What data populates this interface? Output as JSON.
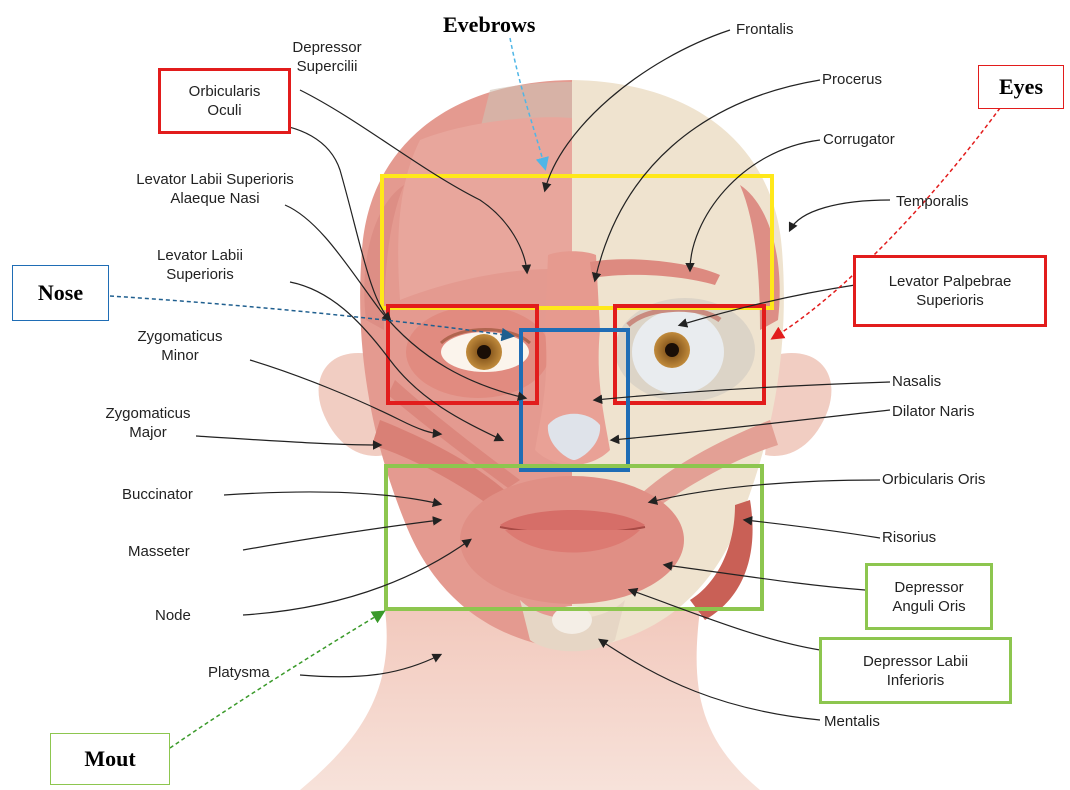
{
  "regions": {
    "eyebrows": "Evebrows",
    "eyes": "Eyes",
    "nose": "Nose",
    "mouth": "Mout"
  },
  "labels": {
    "frontalis": "Frontalis",
    "procerus": "Procerus",
    "corrugator": "Corrugator",
    "temporalis": "Temporalis",
    "levator_palpebrae_1": "Levator Palpebrae",
    "levator_palpebrae_2": "Superioris",
    "nasalis": "Nasalis",
    "dilator_naris": "Dilator Naris",
    "orbicularis_oris": "Orbicularis Oris",
    "risorius": "Risorius",
    "depressor_anguli_1": "Depressor",
    "depressor_anguli_2": "Anguli Oris",
    "depressor_labii_1": "Depressor Labii",
    "depressor_labii_2": "Inferioris",
    "mentalis": "Mentalis",
    "depressor_supercilii_1": "Depressor",
    "depressor_supercilii_2": "Supercilii",
    "orbicularis_oculi_1": "Orbicularis",
    "orbicularis_oculi_2": "Oculi",
    "lev_labii_sup_alaeque_1": "Levator Labii Superioris",
    "lev_labii_sup_alaeque_2": "Alaeque Nasi",
    "lev_labii_sup_1": "Levator Labii",
    "lev_labii_sup_2": "Superioris",
    "zyg_minor_1": "Zygomaticus",
    "zyg_minor_2": "Minor",
    "zyg_major_1": "Zygomaticus",
    "zyg_major_2": "Major",
    "buccinator": "Buccinator",
    "masseter": "Masseter",
    "node": "Node",
    "platysma": "Platysma"
  },
  "colors": {
    "yellow": "#ffe81a",
    "red": "#e21c1c",
    "blue": "#1f6db5",
    "green": "#8dc64f",
    "muscle": "#e49a90",
    "skull": "#efe3cf",
    "skin": "#f2cfc4"
  }
}
